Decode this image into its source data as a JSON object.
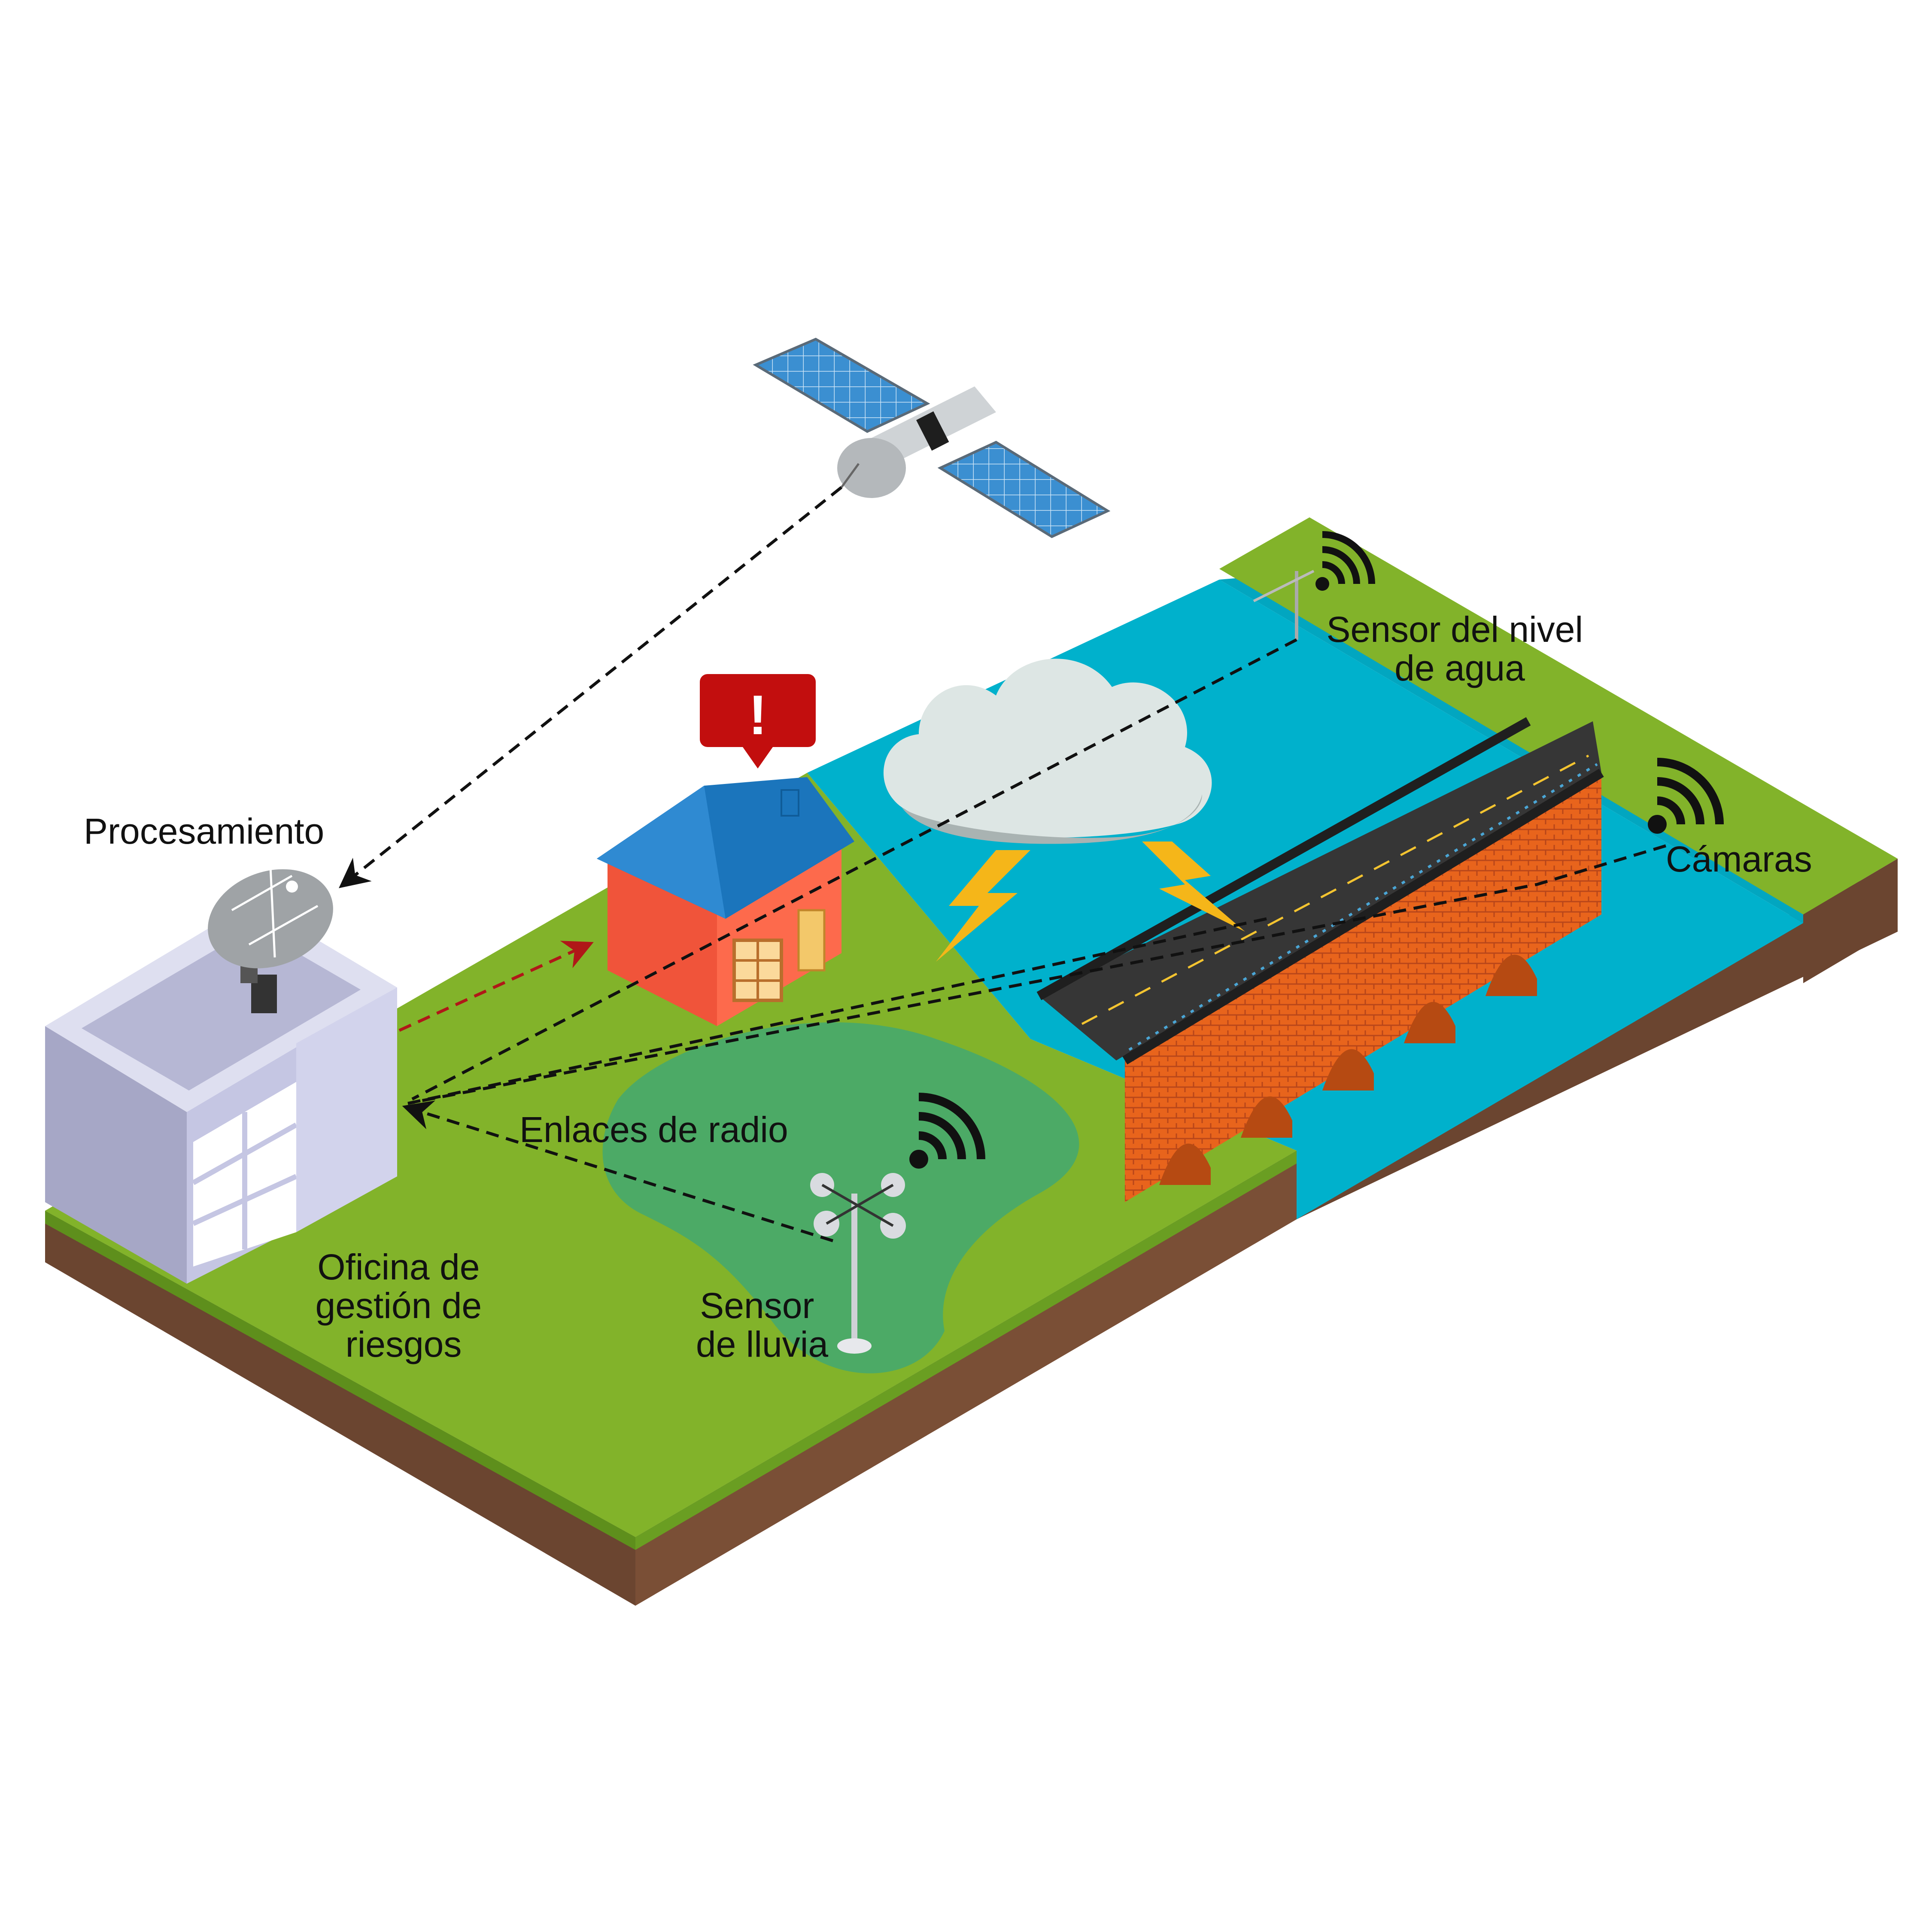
{
  "labels": {
    "processing": "Procesamiento",
    "office": [
      "Oficina de",
      "gestión de",
      "riesgos"
    ],
    "radio_links": "Enlaces de radio",
    "rain_sensor": [
      "Sensor",
      "de lluvia"
    ],
    "water_sensor": [
      "Sensor del nivel",
      "de agua"
    ],
    "cameras": "Cámaras",
    "alert": "!"
  },
  "colors": {
    "grass": "#82b32a",
    "soil": "#6b4530",
    "water": "#00b1cc",
    "house_wall": "#fd6a4c",
    "house_roof": "#1b75bc",
    "alert_red": "#c20e0e",
    "bridge_brick": "#e8641c",
    "cloud": "#dde6e4",
    "lightning": "#f5b619",
    "panel_blue": "#2e7fc1",
    "link_line": "#111111",
    "alert_line": "#b01818"
  },
  "icons": [
    "satellite-icon",
    "satellite-dish-icon",
    "house-icon",
    "alert-icon",
    "storm-cloud-icon",
    "lightning-icon",
    "bridge-icon",
    "wifi-icon",
    "rain-sensor-icon",
    "antenna-icon",
    "office-building-icon"
  ]
}
